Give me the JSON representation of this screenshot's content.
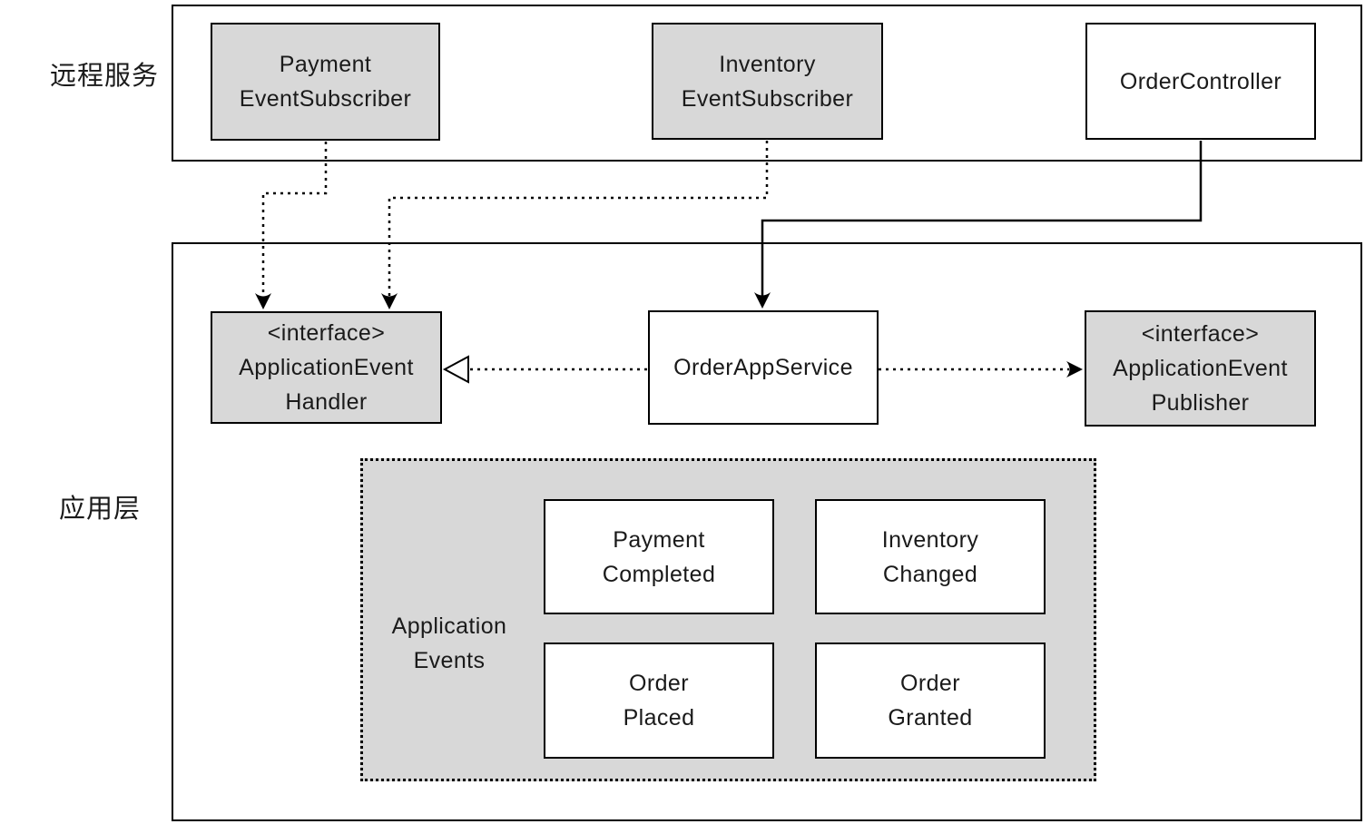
{
  "colors": {
    "box_fill_gray": "#d8d8d8",
    "box_fill_white": "#ffffff",
    "line_color": "#000000",
    "text_color": "#1a1a1a",
    "background": "#ffffff"
  },
  "layer_labels": {
    "remote": "远程服务",
    "application": "应用层"
  },
  "remote_layer": {
    "payment_subscriber": {
      "line1": "Payment",
      "line2": "EventSubscriber"
    },
    "inventory_subscriber": {
      "line1": "Inventory",
      "line2": "EventSubscriber"
    },
    "order_controller": {
      "label": "OrderController"
    }
  },
  "app_layer": {
    "event_handler": {
      "stereotype": "<interface>",
      "line1": "ApplicationEvent",
      "line2": "Handler"
    },
    "order_app_service": {
      "label": "OrderAppService"
    },
    "event_publisher": {
      "stereotype": "<interface>",
      "line1": "ApplicationEvent",
      "line2": "Publisher"
    }
  },
  "application_events": {
    "label_line1": "Application",
    "label_line2": "Events",
    "events": [
      {
        "line1": "Payment",
        "line2": "Completed"
      },
      {
        "line1": "Inventory",
        "line2": "Changed"
      },
      {
        "line1": "Order",
        "line2": "Placed"
      },
      {
        "line1": "Order",
        "line2": "Granted"
      }
    ]
  }
}
